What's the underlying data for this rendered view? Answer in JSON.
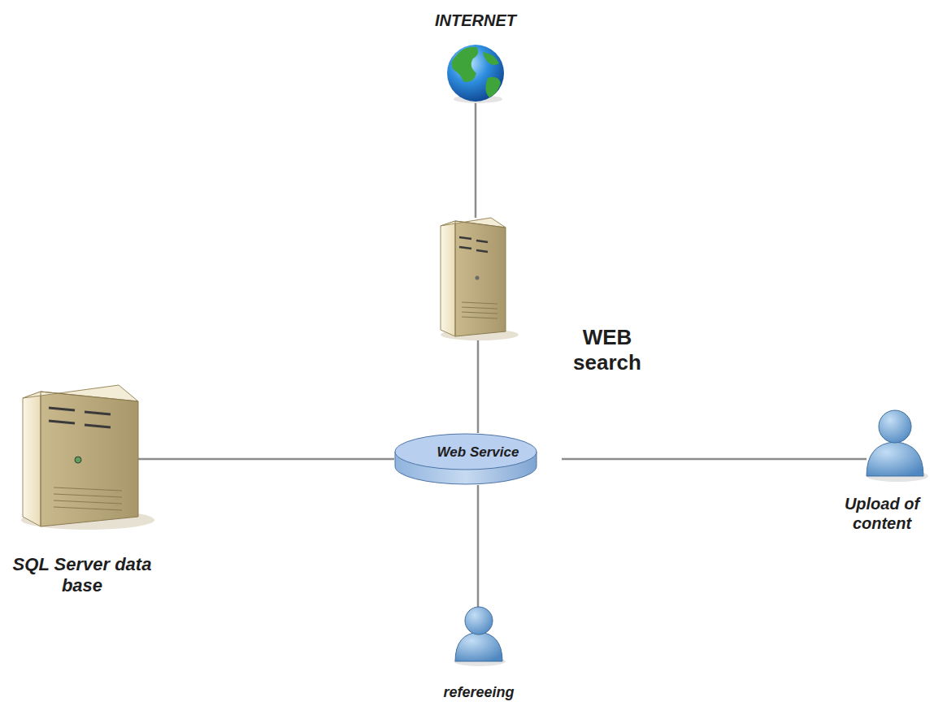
{
  "diagram": {
    "nodes": [
      {
        "text": [
          "INTERNET"
        ]
      },
      {
        "text": [
          "WEB search"
        ]
      },
      {
        "text": [
          "SQL Server data base"
        ]
      },
      {
        "text": [
          "Web Service"
        ]
      },
      {
        "text": [
          "Upload of content"
        ]
      },
      {
        "text": [
          "refereeing"
        ]
      }
    ],
    "edges": [
      {
        "from": 0,
        "to": 1,
        "arrow": "none"
      },
      {
        "from": 1,
        "to": 3,
        "arrow": "none"
      },
      {
        "from": 2,
        "to": 3,
        "arrow": "none"
      },
      {
        "from": 3,
        "to": 4,
        "arrow": "none"
      },
      {
        "from": 3,
        "to": 5,
        "arrow": "none"
      }
    ]
  }
}
